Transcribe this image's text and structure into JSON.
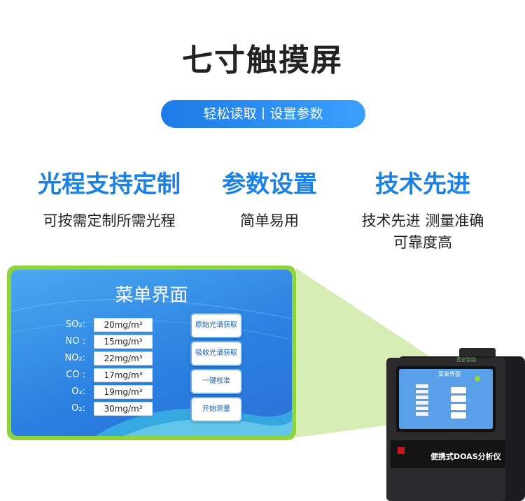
{
  "title": "七寸触摸屏",
  "subtitle": "轻松读取丨设置参数",
  "features": [
    {
      "heading": "光程支持定制",
      "desc": "可按需定制所需光程"
    },
    {
      "heading": "参数设置",
      "desc": "简单易用"
    },
    {
      "heading": "技术先进",
      "desc": "技术先进 测量准确",
      "desc2": "可靠度高"
    }
  ],
  "screen": {
    "title": "菜单界面",
    "readings": [
      {
        "label": "SO₂:",
        "value": "20mg/m³"
      },
      {
        "label": "NO :",
        "value": "15mg/m³"
      },
      {
        "label": "NO₂:",
        "value": "22mg/m³"
      },
      {
        "label": "CO :",
        "value": "17mg/m³"
      },
      {
        "label": "O₃:",
        "value": "19mg/m³"
      },
      {
        "label": "O₂:",
        "value": "30mg/m³"
      }
    ],
    "buttons": [
      "原始光谱获取",
      "吸收光谱获取",
      "一键校准",
      "开始测量"
    ]
  },
  "device": {
    "label": "便携式DOAS分析仪",
    "brand": "蓝创智能",
    "screen_title": "菜单界面"
  },
  "colors": {
    "accent": "#1a82e6",
    "panel_border": "#8fd43a",
    "beam": "#c9e8a0"
  }
}
